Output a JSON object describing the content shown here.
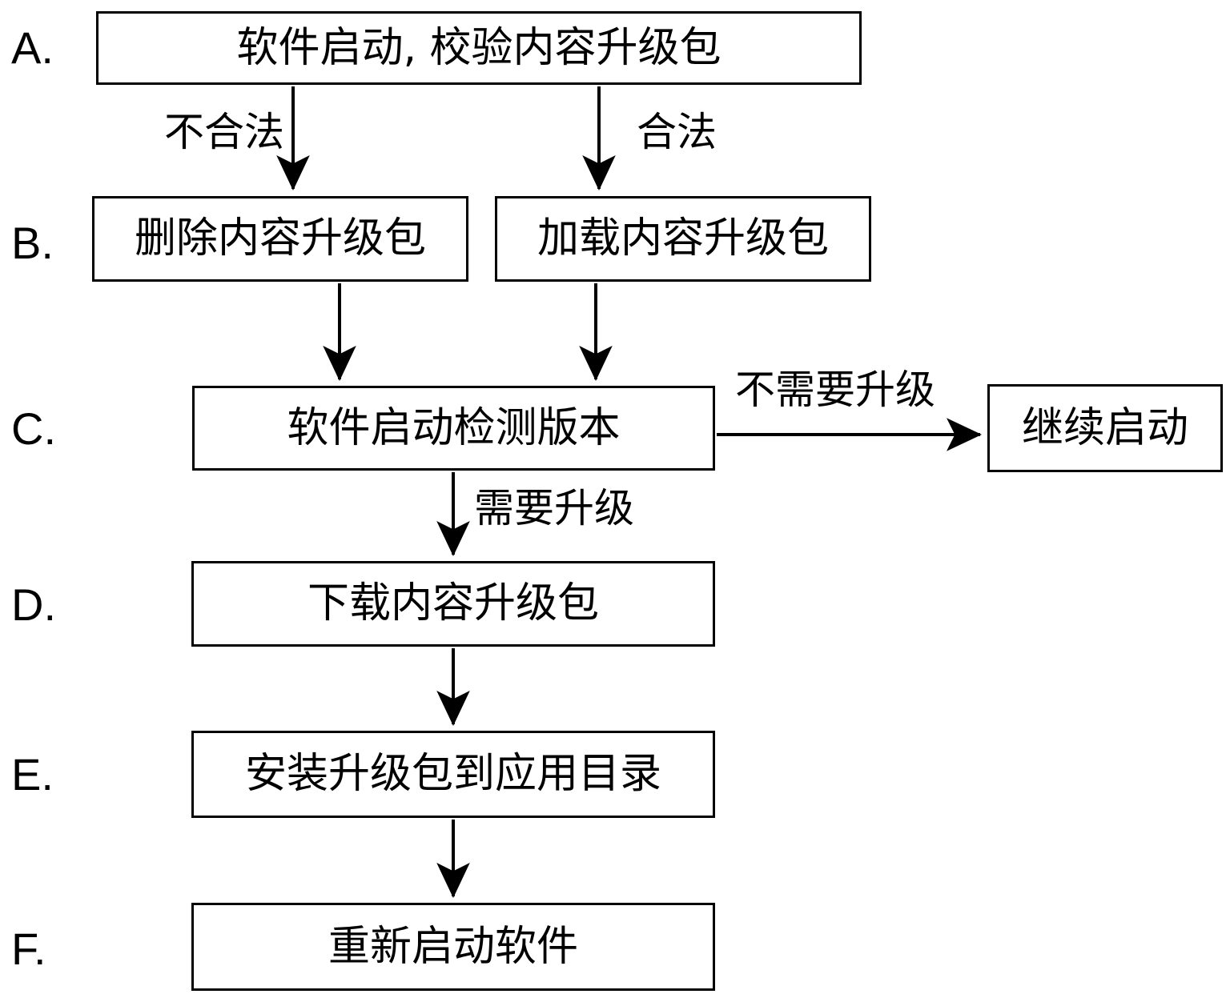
{
  "diagram": {
    "type": "flowchart",
    "orientation": "top-to-bottom",
    "background_color": "#ffffff",
    "line_color": "#000000",
    "step_labels": [
      {
        "id": "A",
        "text": "A."
      },
      {
        "id": "B",
        "text": "B."
      },
      {
        "id": "C",
        "text": "C."
      },
      {
        "id": "D",
        "text": "D."
      },
      {
        "id": "E",
        "text": "E."
      },
      {
        "id": "F",
        "text": "F."
      }
    ],
    "nodes": [
      {
        "id": "a1",
        "step": "A",
        "text": "软件启动, 校验内容升级包"
      },
      {
        "id": "b1",
        "step": "B",
        "text": "删除内容升级包"
      },
      {
        "id": "b2",
        "step": "B",
        "text": "加载内容升级包"
      },
      {
        "id": "c1",
        "step": "C",
        "text": "软件启动检测版本"
      },
      {
        "id": "c2",
        "step": "C",
        "text": "继续启动"
      },
      {
        "id": "d1",
        "step": "D",
        "text": "下载内容升级包"
      },
      {
        "id": "e1",
        "step": "E",
        "text": "安装升级包到应用目录"
      },
      {
        "id": "f1",
        "step": "F",
        "text": "重新启动软件"
      }
    ],
    "edges": [
      {
        "id": "a1-b1",
        "from": "a1",
        "to": "b1",
        "label": "不合法",
        "direction": "down"
      },
      {
        "id": "a1-b2",
        "from": "a1",
        "to": "b2",
        "label": "合法",
        "direction": "down"
      },
      {
        "id": "b1-c1",
        "from": "b1",
        "to": "c1",
        "label": "",
        "direction": "down"
      },
      {
        "id": "b2-c1",
        "from": "b2",
        "to": "c1",
        "label": "",
        "direction": "down"
      },
      {
        "id": "c1-c2",
        "from": "c1",
        "to": "c2",
        "label": "不需要升级",
        "direction": "right"
      },
      {
        "id": "c1-d1",
        "from": "c1",
        "to": "d1",
        "label": "需要升级",
        "direction": "down"
      },
      {
        "id": "d1-e1",
        "from": "d1",
        "to": "e1",
        "label": "",
        "direction": "down"
      },
      {
        "id": "e1-f1",
        "from": "e1",
        "to": "f1",
        "label": "",
        "direction": "down"
      }
    ]
  }
}
